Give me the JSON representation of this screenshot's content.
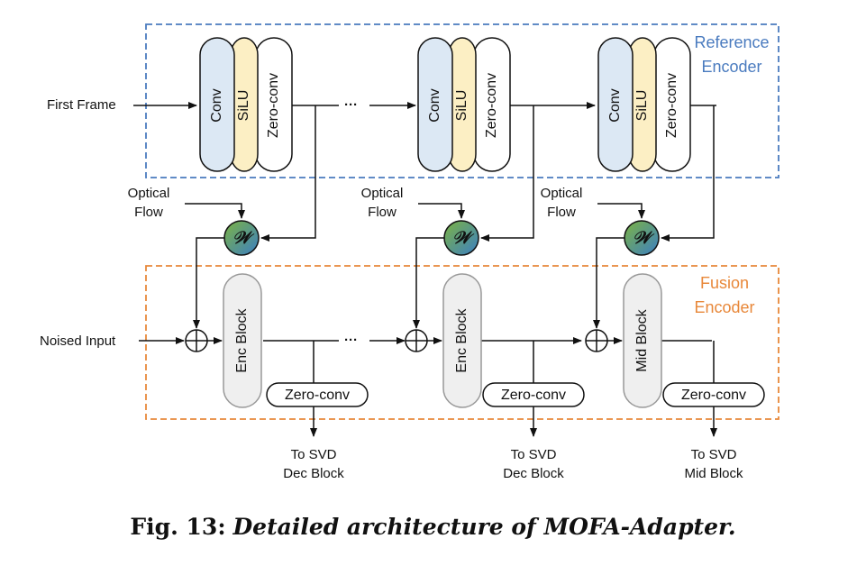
{
  "diagram": {
    "groups": {
      "reference": "Reference\nEncoder",
      "fusion": "Fusion\nEncoder"
    },
    "inputs": {
      "first_frame": "First Frame",
      "noised_input": "Noised Input"
    },
    "ellipsis": "···",
    "warp_symbol": "𝒲",
    "stages": [
      {
        "ref_blocks": [
          "Conv",
          "SiLU",
          "Zero-conv"
        ],
        "optical_flow": "Optical\nFlow",
        "fusion_block": "Enc Block",
        "zero_conv": "Zero-conv",
        "output": "To SVD\nDec Block"
      },
      {
        "ref_blocks": [
          "Conv",
          "SiLU",
          "Zero-conv"
        ],
        "optical_flow": "Optical\nFlow",
        "fusion_block": "Enc Block",
        "zero_conv": "Zero-conv",
        "output": "To SVD\nDec Block"
      },
      {
        "ref_blocks": [
          "Conv",
          "SiLU",
          "Zero-conv"
        ],
        "optical_flow": "Optical\nFlow",
        "fusion_block": "Mid Block",
        "zero_conv": "Zero-conv",
        "output": "To SVD\nMid Block"
      }
    ],
    "colors": {
      "reference_border": "#4a7bbf",
      "fusion_border": "#e8883a",
      "conv_fill": "#dce8f4",
      "silu_fill": "#fcefc4",
      "zero_fill": "#ffffff",
      "block_fill": "#efefef",
      "warp_green": "#7cb342",
      "warp_blue": "#3b7fc4"
    }
  },
  "caption": {
    "number": "Fig. 13:",
    "text": "Detailed architecture of MOFA-Adapter."
  }
}
